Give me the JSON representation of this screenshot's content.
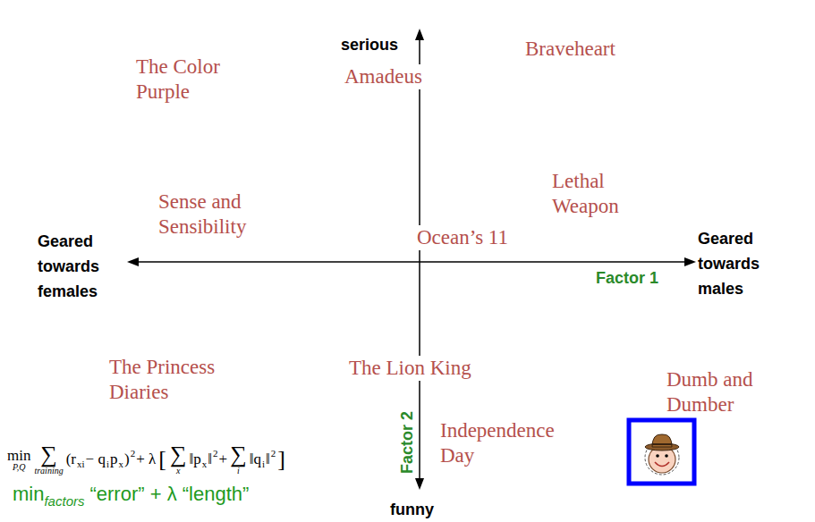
{
  "diagram": {
    "labels": [
      "serious",
      "funny",
      "Geared towards females",
      "Geared towards males",
      "Factor 1",
      "Factor 2",
      "The Color Purple",
      "Amadeus",
      "Braveheart",
      "Sense and Sensibility",
      "Lethal Weapon",
      "Ocean’s 11",
      "The Princess Diaries",
      "The Lion King",
      "Independence Day",
      "Dumb and Dumber",
      "min",
      "P,Q",
      "∑",
      "training",
      "(r",
      "xi",
      "− q",
      "i",
      "p",
      "x",
      ")",
      "2",
      "+ λ",
      "[",
      "∑",
      "x",
      "‖p",
      "x",
      "‖",
      "2",
      "+",
      "∑",
      "i",
      "‖q",
      "i",
      "‖",
      "2",
      "]",
      "min",
      "factors",
      "“error” + λ “length”"
    ]
  }
}
